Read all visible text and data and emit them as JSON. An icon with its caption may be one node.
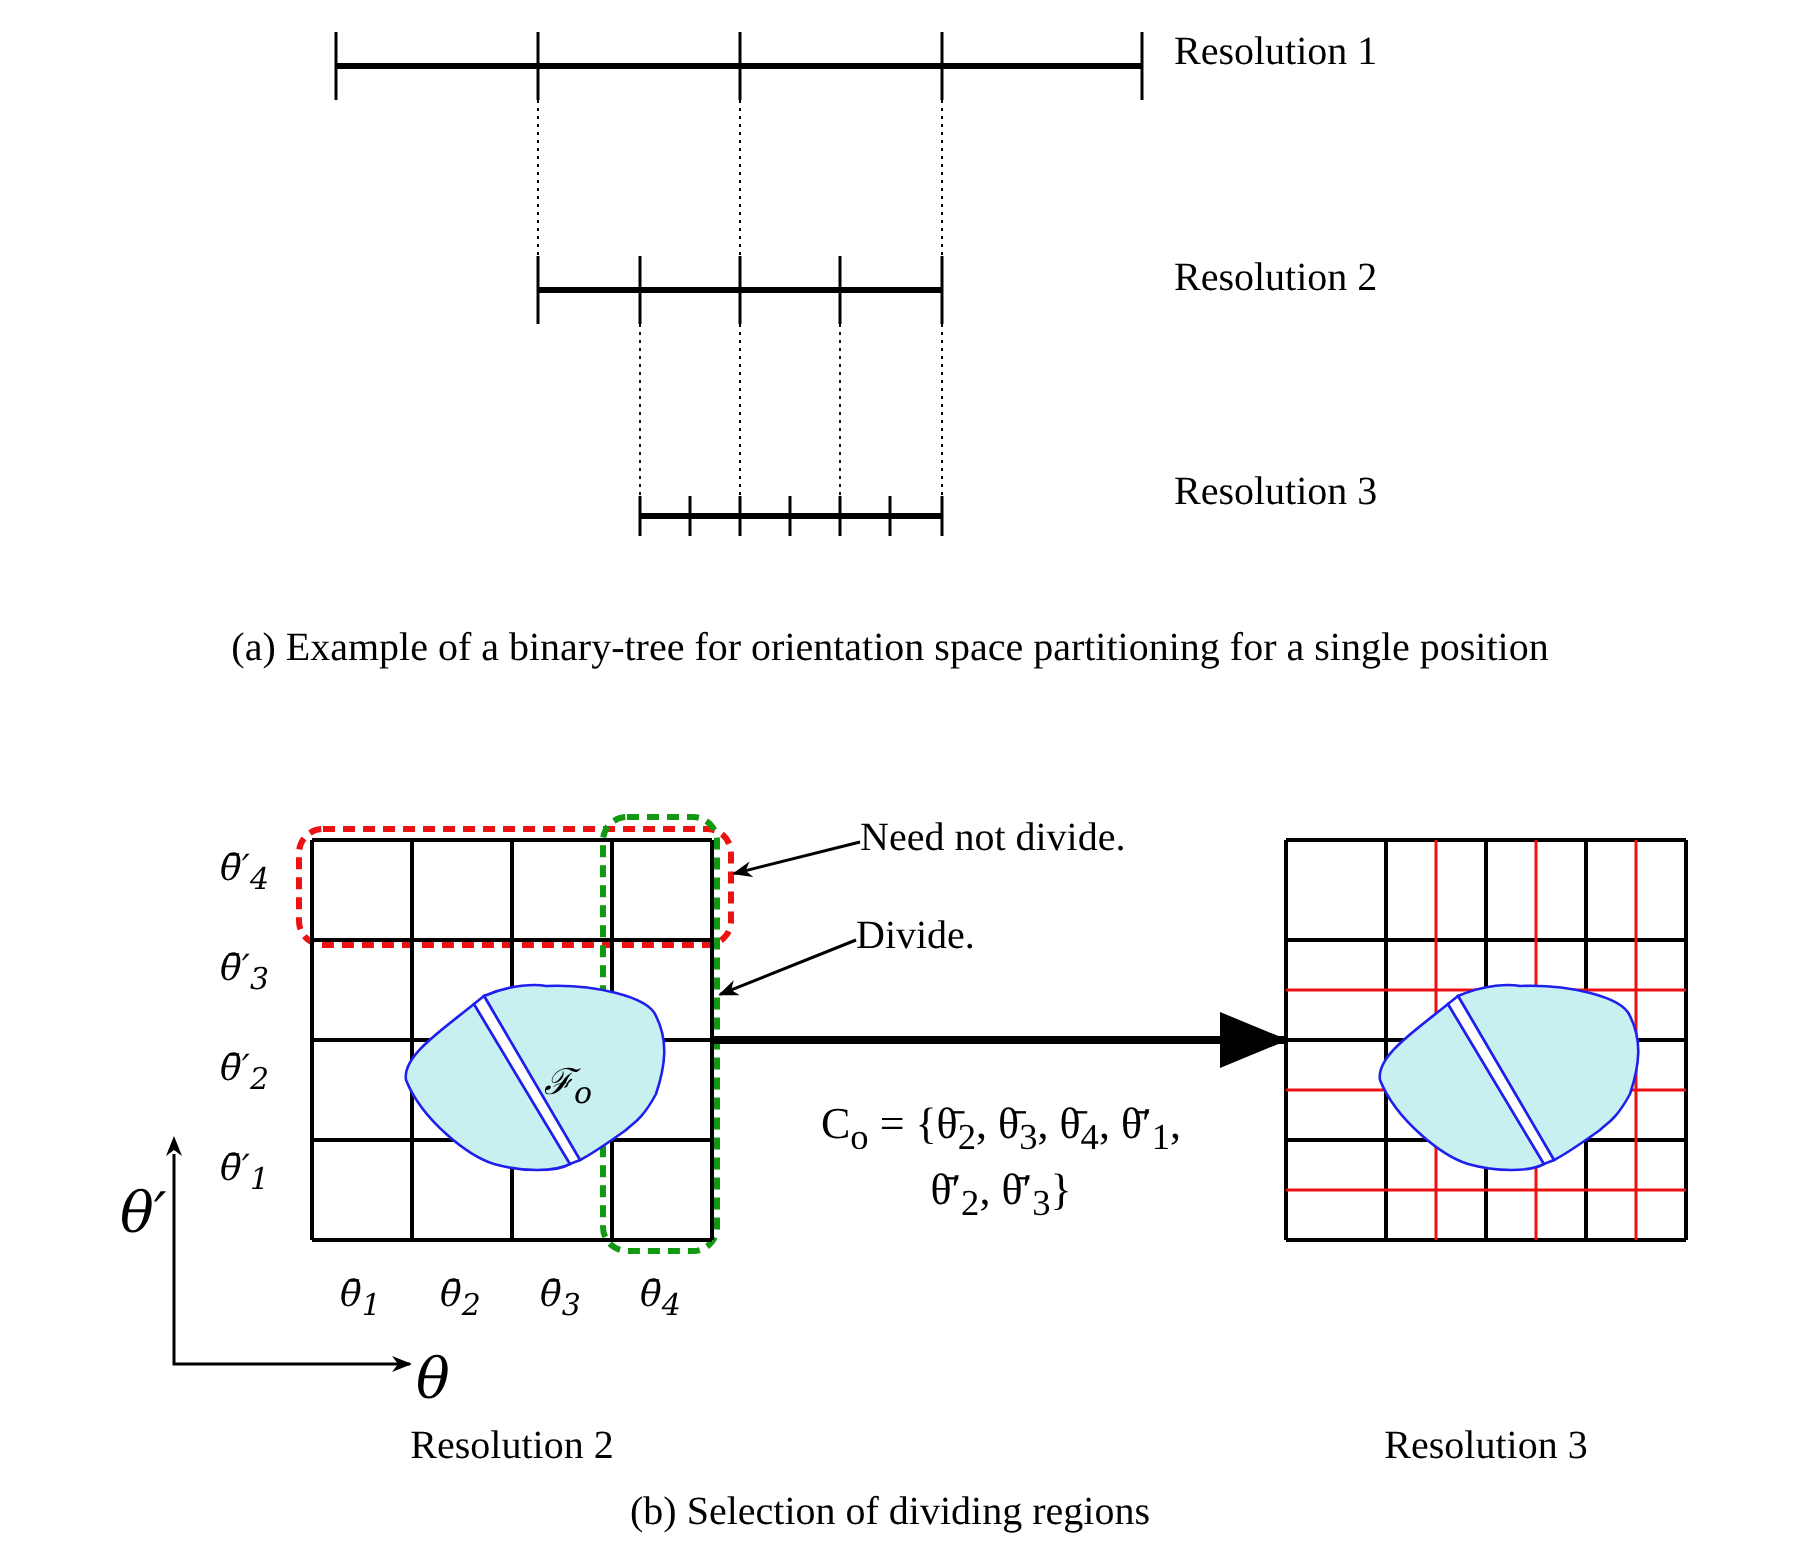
{
  "diagram": {
    "nodes": [
      {
        "text": [
          "Need not divide."
        ]
      },
      {
        "text": [],
        "shape": "box"
      },
      {
        "text": [
          "Divide."
        ]
      },
      {
        "text": [],
        "shape": "box"
      },
      {
        "text": [],
        "shape": "picture"
      },
      {
        "text": [],
        "shape": "picture"
      }
    ],
    "edges": [
      {
        "from": 0,
        "to": 1,
        "arrow": "to"
      },
      {
        "from": 2,
        "to": 3,
        "arrow": "to"
      },
      {
        "from": 4,
        "to": 5,
        "arrow": "to",
        "style": "thick",
        "label": "C$_{o}$ = {θ̄$_{2}$, θ̄$_{3}$, θ̄$_{4}$, θ̄′$_{1}$, θ̄′$_{2}$, θ̄′$_{3}$}"
      }
    ],
    "labels": [
      "Resolution 1",
      "Resolution 2",
      "Resolution 3",
      "(a) Example of a binary-tree for orientation space partitioning for a single position",
      "θ̄′$_{4}$",
      "θ̄′$_{3}$",
      "θ̄′$_{2}$",
      "θ̄′$_{1}$",
      "θ′",
      "ℱ$_{o}$",
      "θ̄$_{1}$",
      "θ̄$_{2}$",
      "θ̄$_{3}$",
      "θ̄$_{4}$",
      "θ",
      "Resolution 2",
      "Resolution 3",
      "(b) Selection of dividing regions"
    ]
  }
}
